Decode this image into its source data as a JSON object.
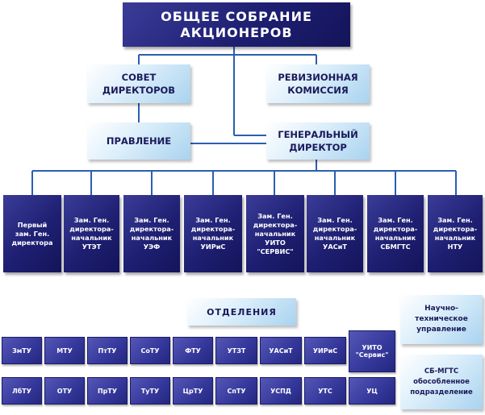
{
  "top": {
    "title": "ОБЩЕЕ СОБРАНИЕ\nАКЦИОНЕРОВ"
  },
  "board": "СОВЕТ\nДИРЕКТОРОВ",
  "audit": "РЕВИЗИОННАЯ\nКОМИССИЯ",
  "management": "ПРАВЛЕНИЕ",
  "general_director": "ГЕНЕРАЛЬНЫЙ\nДИРЕКТОР",
  "deputies": [
    "Первый\nзам. Ген.\nдиректора",
    "Зам. Ген.\nдиректора-\nначальник\nУТЭТ",
    "Зам. Ген.\nдиректора-\nначальник\nУЭФ",
    "Зам. Ген.\nдиректора-\nначальник\nУИРиС",
    "Зам. Ген.\nдиректора-\nначальник\nУИТО\n\"СЕРВИС\"",
    "Зам. Ген.\nдиректора-\nначальник\nУАСиТ",
    "Зам. Ген.\nдиректора-\nначальник\nСБМГТС",
    "Зам. Ген.\nдиректора-\nначальник\nНТУ"
  ],
  "departments_label": "ОТДЕЛЕНИЯ",
  "departments_row1": [
    "ЗмТУ",
    "МТУ",
    "ПтТУ",
    "СоТУ",
    "ФТУ",
    "УТЗТ",
    "УАСиТ",
    "УИРиС",
    "УИТО\n\"Сервис\""
  ],
  "departments_row2": [
    "ЛбТУ",
    "ОТУ",
    "ПрТУ",
    "ТуТУ",
    "ЦрТУ",
    "СпТУ",
    "УСПД",
    "УТС",
    "УЦ"
  ],
  "science_unit": "Научно-\nтехническое\nуправление",
  "sb_mgts": "СБ-МГТС\nобособленное\nподразделение",
  "colors": {
    "navy": "#1e1f72",
    "light": "#bfe0f5",
    "dept": "#34379a",
    "line": "#2a5fb0"
  }
}
